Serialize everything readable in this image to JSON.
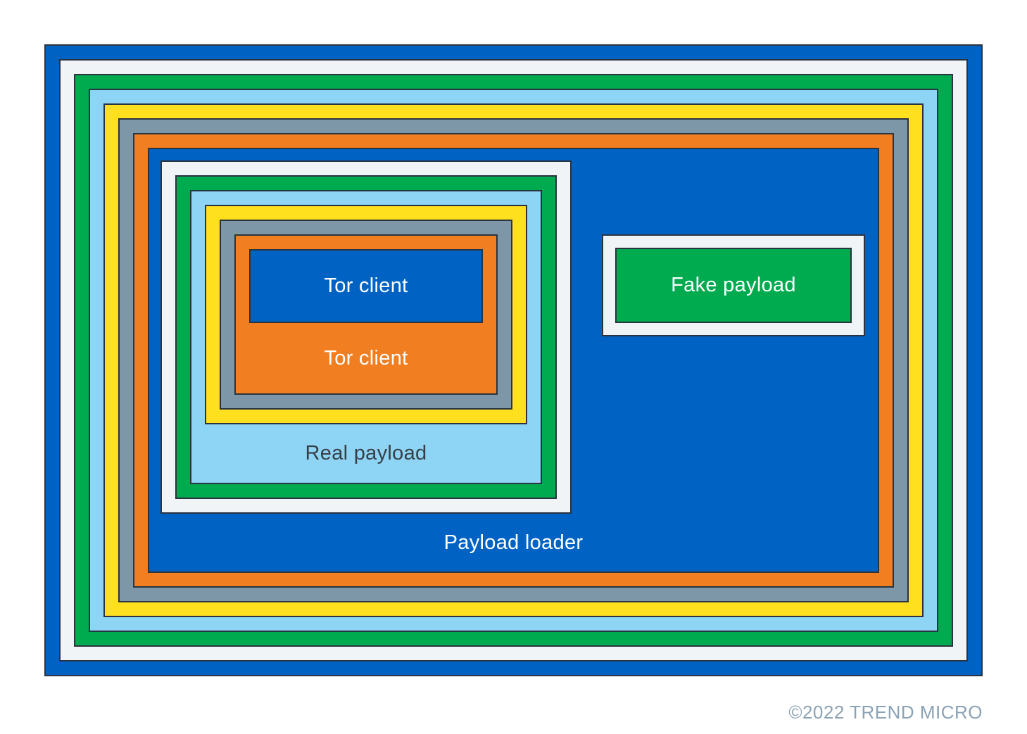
{
  "diagram": {
    "type": "nested-payload-diagram",
    "labels": {
      "tor_client_inner": "Tor client",
      "tor_client_outer": "Tor client",
      "real_payload": "Real payload",
      "payload_loader": "Payload loader",
      "fake_payload": "Fake payload"
    },
    "copyright": "©2022 TREND MICRO",
    "colors": {
      "blue": "#0063C3",
      "white": "#F0F4F7",
      "green": "#00AB4F",
      "light_blue": "#8ED5F5",
      "yellow": "#FFE01F",
      "gray": "#7D97A9",
      "orange": "#F17E21",
      "border": "#2A3440",
      "copyright_text": "#8CA3B5",
      "dark_text": "#373F47"
    },
    "outer_layer_order": [
      "blue",
      "white",
      "green",
      "light-blue",
      "yellow",
      "gray",
      "orange",
      "blue-payload-loader"
    ],
    "inner_layer_order": [
      "white",
      "green",
      "light-blue",
      "yellow",
      "gray",
      "orange",
      "blue-tor-client"
    ]
  }
}
